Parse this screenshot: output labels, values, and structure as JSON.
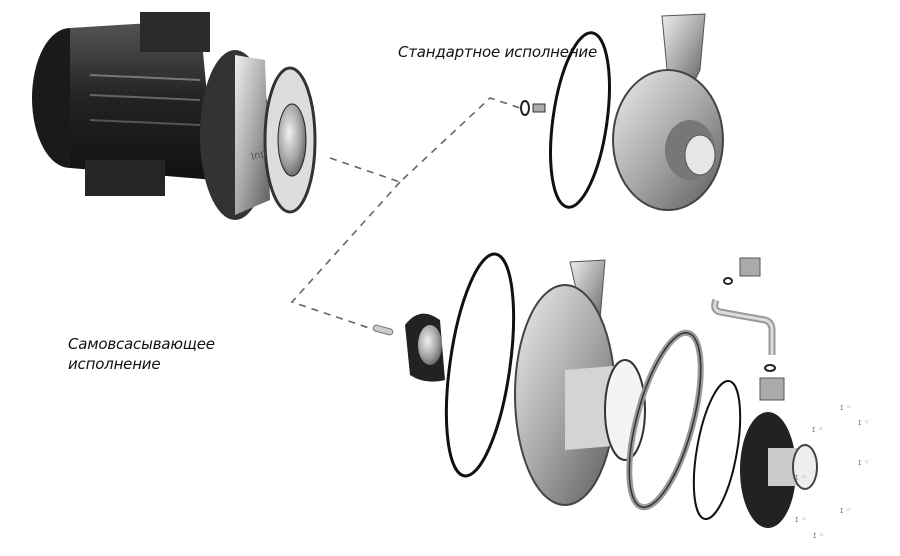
{
  "diagram": {
    "type": "exploded-view",
    "subject": "centrifugal pump assembly",
    "labels": {
      "standard_version": "Стандартное исполнение",
      "self_priming_version_line1": "Самовсасывающее",
      "self_priming_version_line2": "исполнение"
    },
    "motor": {
      "badge_text": "Inp"
    },
    "parts_standard": [
      "o-ring-small",
      "impeller-nut",
      "casing-o-ring",
      "pump-casing"
    ],
    "parts_self_priming": [
      "pin",
      "impeller-stage",
      "o-ring",
      "self-priming-casing",
      "clamp-ring",
      "o-ring",
      "inlet-cover",
      "bypass-pipe",
      "fittings",
      "bolts"
    ],
    "colors": {
      "background": "#ffffff",
      "motor": "#2a2a2a",
      "steel": "#b8b8b8",
      "text": "#111111",
      "leader_line": "#666666"
    }
  }
}
